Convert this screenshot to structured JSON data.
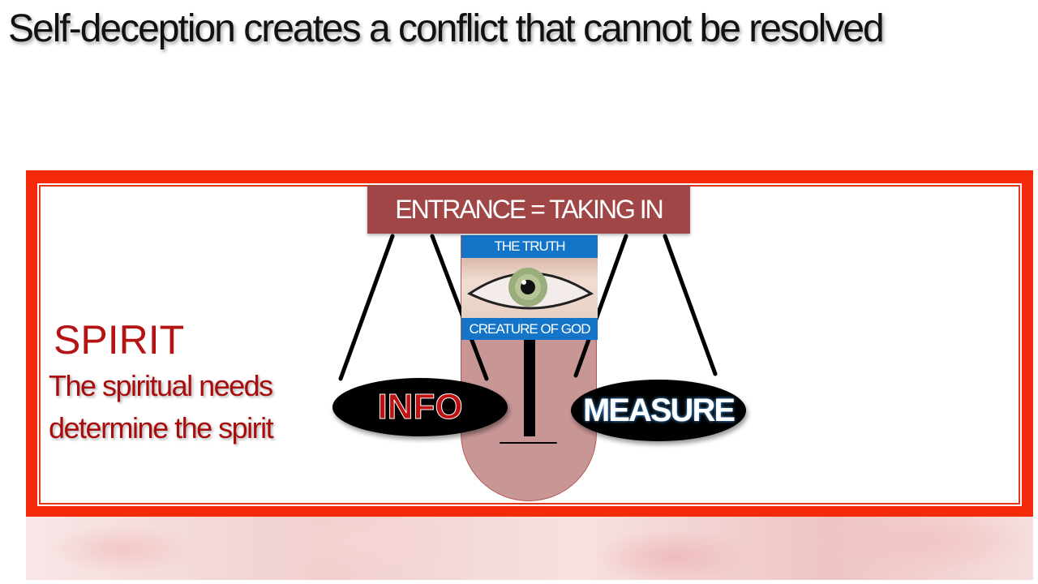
{
  "title": "Self-deception creates a conflict that cannot be resolved",
  "diagram": {
    "banner": "ENTRANCE = TAKING IN",
    "top_label": "THE TRUTH",
    "bottom_label": "CREATURE OF GOD",
    "left_pan": "INFO",
    "right_pan": "MEASURE"
  },
  "side": {
    "heading": "SPIRIT",
    "line1": "The spiritual needs",
    "line2": "determine the spirit"
  },
  "colors": {
    "frame": "#f52a0c",
    "blue": "#1475c8",
    "pillar": "#b46e6e",
    "text_red": "#b41414"
  }
}
